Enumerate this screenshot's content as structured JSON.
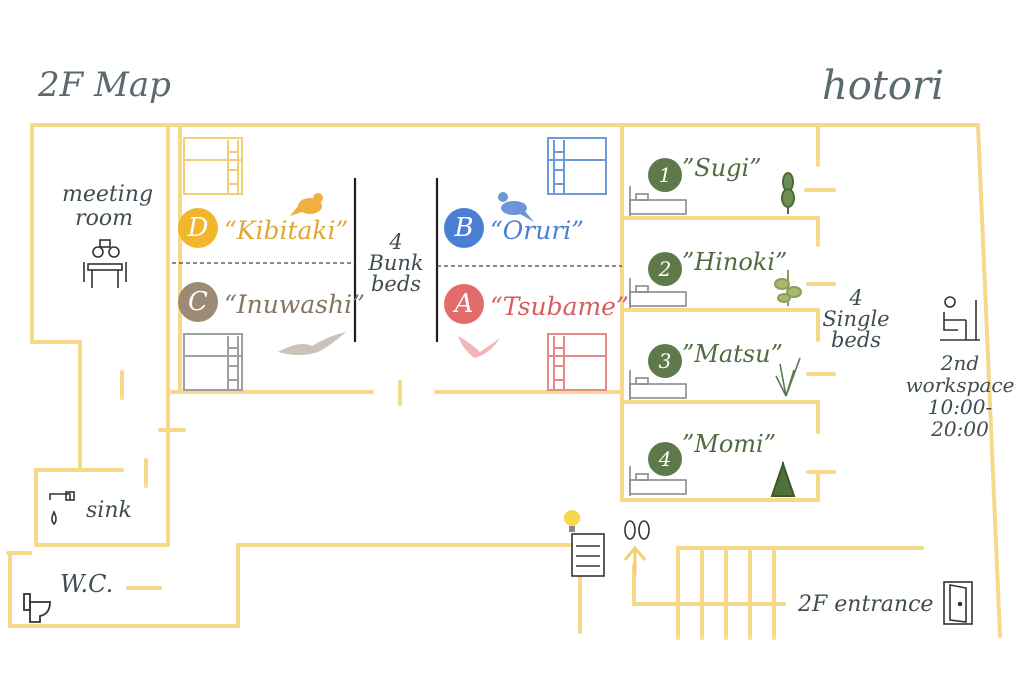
{
  "header": {
    "map_title": "2F Map",
    "logo": "hotori"
  },
  "rooms": {
    "meeting": {
      "line1": "meeting",
      "line2": "room"
    },
    "kibitaki": {
      "letter": "D",
      "name": "“Kibitaki”",
      "color": "#f2b62a"
    },
    "inuwashi": {
      "letter": "C",
      "name": "“Inuwashi”",
      "color": "#9c8a74"
    },
    "oruri": {
      "letter": "B",
      "name": "“Oruri”",
      "color": "#4a7fd4"
    },
    "tsubame": {
      "letter": "A",
      "name": "“Tsubame”",
      "color": "#e36b6b"
    },
    "bunk_label": {
      "line1": "4",
      "line2": "Bunk",
      "line3": "beds"
    },
    "single_label": {
      "line1": "4",
      "line2": "Single",
      "line3": "beds"
    },
    "sugi": {
      "number": "1",
      "name": "”Sugi”"
    },
    "hinoki": {
      "number": "2",
      "name": "”Hinoki”"
    },
    "matsu": {
      "number": "3",
      "name": "”Matsu”"
    },
    "momi": {
      "number": "4",
      "name": "”Momi”"
    },
    "workspace": {
      "line1": "2nd",
      "line2": "workspace",
      "line3": "10:00-",
      "line4": "20:00"
    },
    "sink": "sink",
    "wc": "W.C.",
    "entrance": "2F entrance"
  },
  "colors": {
    "wall": "#f6d98b",
    "green": "#5e7a4b",
    "text": "#3f4d52"
  },
  "icons": [
    "meeting-icon",
    "bunk-bed-icon",
    "single-bed-icon",
    "bird-icon",
    "plant-icon",
    "desk-worker-icon",
    "faucet-icon",
    "toilet-icon",
    "lightbulb-icon",
    "locker-icon",
    "slippers-icon",
    "arrow-up-icon",
    "door-icon"
  ]
}
